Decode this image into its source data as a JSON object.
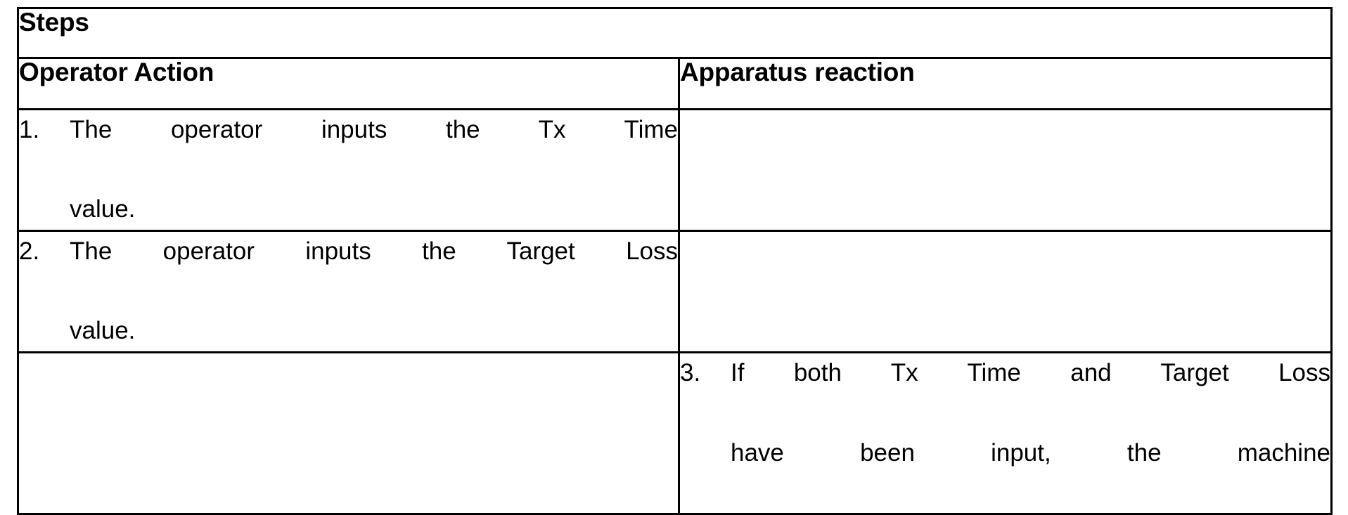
{
  "document": {
    "title": "Steps"
  },
  "table": {
    "title_row": {
      "label": "Steps"
    },
    "column_headers": [
      {
        "id": "operator-action",
        "label": "Operator Action"
      },
      {
        "id": "apparatus-reaction",
        "label": "Apparatus reaction"
      }
    ],
    "rows": [
      {
        "id": "row-1",
        "operator_action": {
          "number": "1.",
          "lines": [
            "The   operator   inputs   the   Tx   Time",
            "value."
          ],
          "text": "The operator inputs the Tx Time value."
        },
        "apparatus_reaction": {
          "number": "",
          "lines": [],
          "text": ""
        }
      },
      {
        "id": "row-2",
        "operator_action": {
          "number": "2.",
          "lines": [
            "The operator inputs the Target Loss",
            "value."
          ],
          "text": "The operator inputs the Target Loss value."
        },
        "apparatus_reaction": {
          "number": "",
          "lines": [],
          "text": ""
        }
      },
      {
        "id": "row-3",
        "operator_action": {
          "number": "",
          "lines": [],
          "text": ""
        },
        "apparatus_reaction": {
          "number": "3.",
          "lines": [
            "If  both  Tx  Time  and  Target  Loss",
            "have    been    input,    the    machine"
          ],
          "text": "If both Tx Time and Target Loss have been input, the machine"
        }
      }
    ]
  },
  "colors": {
    "text": "#000000",
    "rule": "#000000",
    "background": "#ffffff"
  }
}
